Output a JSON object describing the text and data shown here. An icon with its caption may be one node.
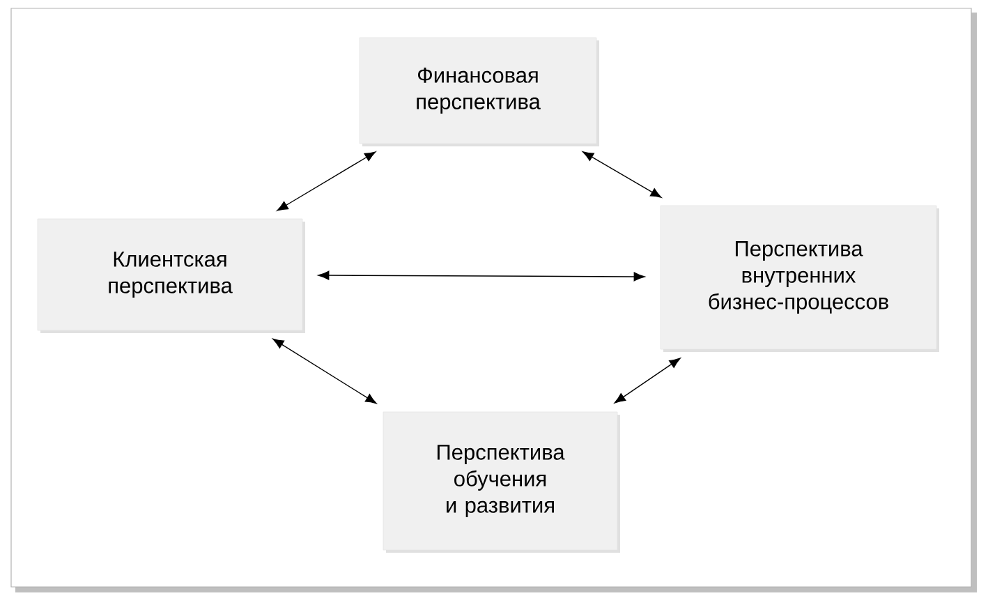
{
  "diagram": {
    "nodes": [
      {
        "text": [
          "Финансовая перспектива"
        ]
      },
      {
        "text": [
          "Клиентская перспектива"
        ]
      },
      {
        "text": [
          "Перспектива внутренних бизнес-процессов"
        ]
      },
      {
        "text": [
          "Перспектива обучения и развития"
        ]
      }
    ],
    "edges": [
      {
        "from": 1,
        "to": 0,
        "arrow": "both"
      },
      {
        "from": 0,
        "to": 2,
        "arrow": "both"
      },
      {
        "from": 1,
        "to": 2,
        "arrow": "both"
      },
      {
        "from": 1,
        "to": 3,
        "arrow": "both"
      },
      {
        "from": 3,
        "to": 2,
        "arrow": "both"
      }
    ]
  }
}
